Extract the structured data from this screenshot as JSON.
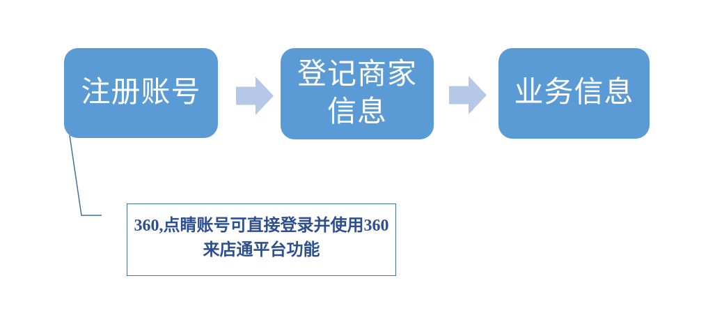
{
  "flowchart": {
    "steps": [
      {
        "id": "register-account",
        "lines": [
          "注册账号"
        ]
      },
      {
        "id": "merchant-info-registration",
        "lines": [
          "登记商家",
          "信息"
        ]
      },
      {
        "id": "business-info",
        "lines": [
          "业务信息"
        ]
      }
    ],
    "arrows": [
      {
        "icon": "arrow-right-icon"
      },
      {
        "icon": "arrow-right-icon"
      }
    ]
  },
  "callout": {
    "lines": [
      "360,点睛账号可直接登录并使用360",
      "来店通平台功能"
    ],
    "full_text": "360,点睛账号可直接登录并使用360来店通平台功能"
  },
  "colors": {
    "step_fill": "#5b9bd5",
    "step_text": "#ffffff",
    "arrow_fill": "#b5c8e7",
    "connector_stroke": "#41719c",
    "callout_border": "#41719c",
    "callout_text": "#2e4f8f",
    "background": "#ffffff"
  }
}
